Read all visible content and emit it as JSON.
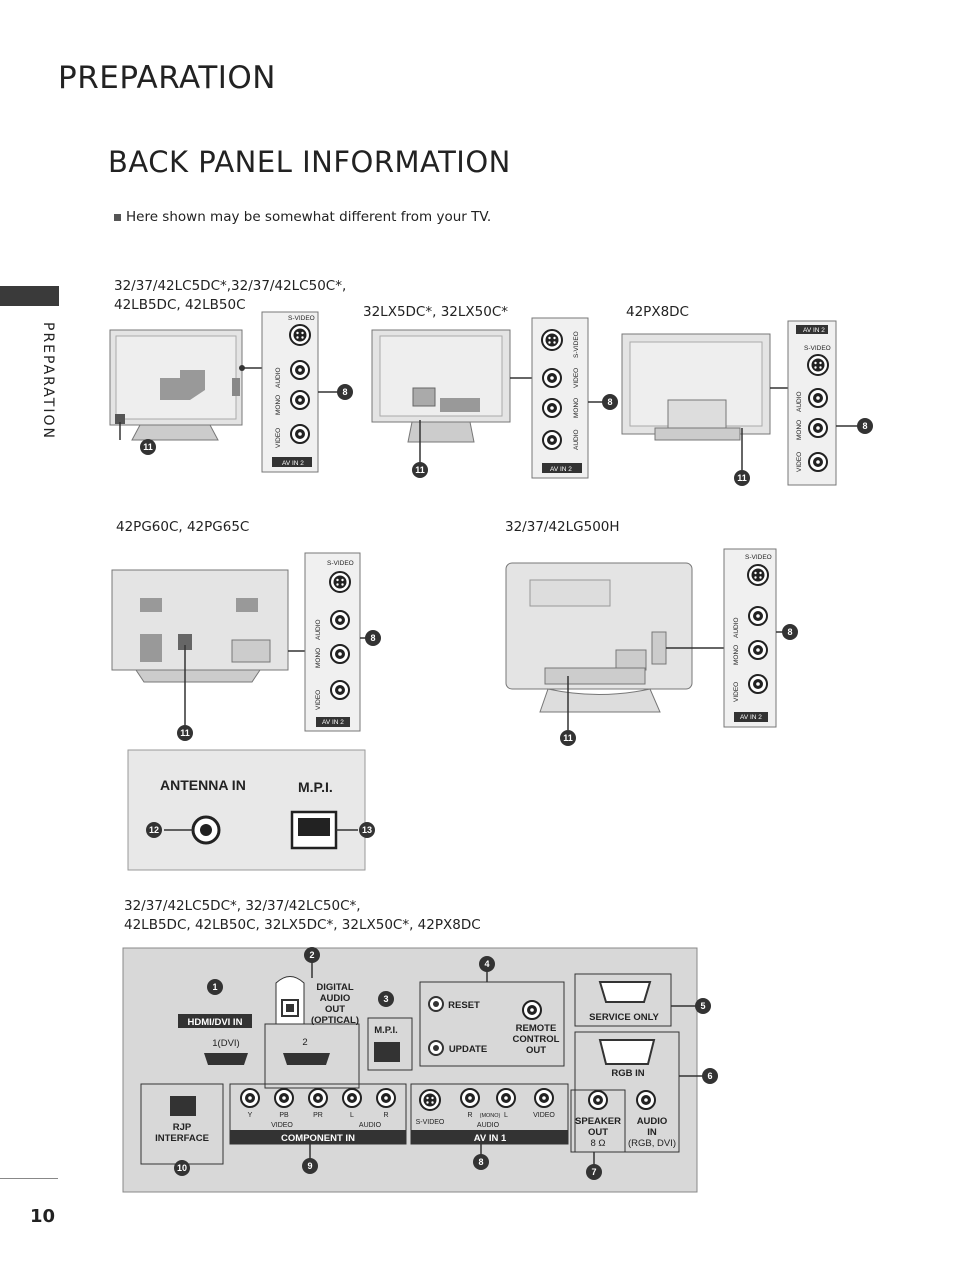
{
  "page": {
    "title": "PREPARATION",
    "subtitle": "BACK PANEL INFORMATION",
    "note": "Here shown may be somewhat different from your TV.",
    "side_tab": "PREPARATION",
    "page_number": "10"
  },
  "models": {
    "lc5dc": "32/37/42LC5DC*,32/37/42LC50C*,",
    "lc5dc_line2": "42LB5DC, 42LB50C",
    "lx5dc": "32LX5DC*, 32LX50C*",
    "px8dc": "42PX8DC",
    "pg60c": "42PG60C, 42PG65C",
    "lg500h": "32/37/42LG500H",
    "bottom_line1": "32/37/42LC5DC*, 32/37/42LC50C*,",
    "bottom_line2": "42LB5DC, 42LB50C, 32LX5DC*, 32LX50C*, 42PX8DC"
  },
  "av2": {
    "svideo": "S-VIDEO",
    "video": "VIDEO",
    "audio": "AUDIO",
    "mono": "MONO",
    "tag": "AV IN 2"
  },
  "markers": {
    "m1": "1",
    "m2": "2",
    "m4": "4",
    "m5": "5",
    "m6": "6",
    "m7": "7",
    "m8": "8",
    "m9": "9",
    "m10": "10",
    "m11": "11",
    "m12": "12",
    "m13": "13",
    "m3": "3"
  },
  "antenna": {
    "antenna_in": "ANTENNA IN",
    "mpi": "M.P.I."
  },
  "panel": {
    "hdmi": "HDMI/DVI IN",
    "hdmi1": "1(DVI)",
    "hdmi2": "2",
    "digital_audio_1": "DIGITAL",
    "digital_audio_2": "AUDIO",
    "digital_audio_3": "OUT",
    "digital_audio_4": "(OPTICAL)",
    "mpi": "M.P.I.",
    "reset": "RESET",
    "update": "UPDATE",
    "remote_1": "REMOTE",
    "remote_2": "CONTROL",
    "remote_3": "OUT",
    "service": "SERVICE ONLY",
    "rgb_in": "RGB IN",
    "rjp_1": "RJP",
    "rjp_2": "INTERFACE",
    "comp_y": "Y",
    "comp_pb": "PB",
    "comp_pr": "PR",
    "comp_l": "L",
    "comp_r": "R",
    "comp_video": "VIDEO",
    "comp_audio": "AUDIO",
    "component_in": "COMPONENT IN",
    "av1_svideo": "S-VIDEO",
    "av1_r": "R",
    "av1_mono": "(MONO)",
    "av1_l": "L",
    "av1_audio": "AUDIO",
    "av1_video": "VIDEO",
    "av_in_1": "AV IN 1",
    "speaker_1": "SPEAKER",
    "speaker_2": "OUT",
    "speaker_3": "8 Ω",
    "audio_in_1": "AUDIO",
    "audio_in_2": "IN",
    "audio_in_3": "(RGB, DVI)"
  }
}
